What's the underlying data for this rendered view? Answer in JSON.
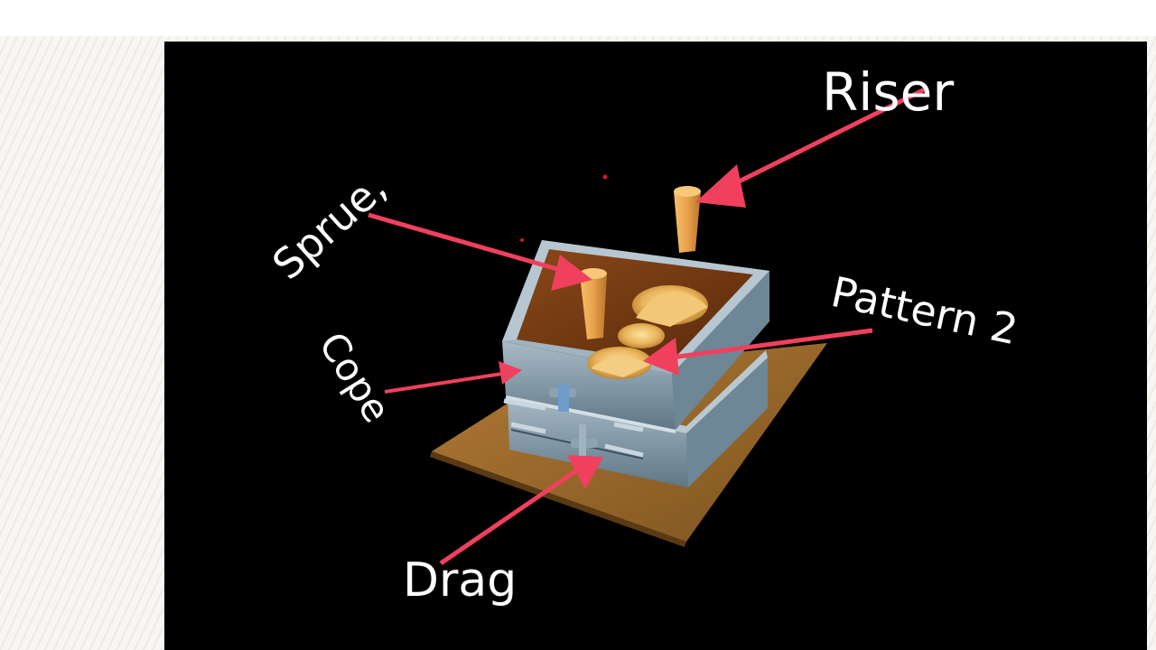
{
  "labels": {
    "riser": "Riser",
    "sprue": "Sprue,",
    "pattern": "Pattern 2",
    "cope": "Cope",
    "drag": "Drag"
  },
  "colors": {
    "arrow": "#f0405e",
    "flask": "#7e97a6",
    "sand": "#7a3c14",
    "board": "#9c6a2c",
    "wood": "#e9a24c"
  }
}
